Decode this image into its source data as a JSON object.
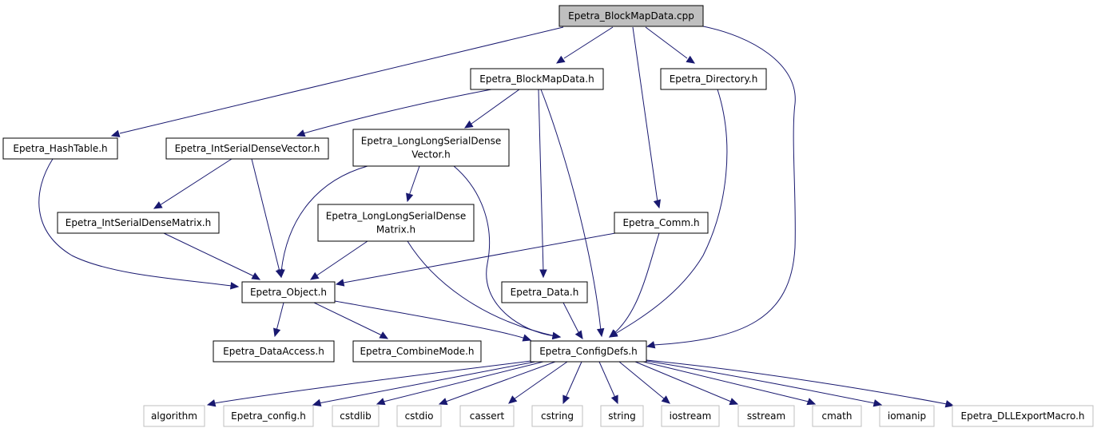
{
  "colors": {
    "edge": "#191970",
    "node_border": "#000000",
    "sys_border": "#bfbfbf",
    "root_fill": "#bfbfbf",
    "node_fill": "#ffffff"
  },
  "nodes": {
    "root": {
      "label": [
        "Epetra_BlockMapData.cpp"
      ]
    },
    "blockmapdata_h": {
      "label": [
        "Epetra_BlockMapData.h"
      ]
    },
    "directory_h": {
      "label": [
        "Epetra_Directory.h"
      ]
    },
    "hashtable_h": {
      "label": [
        "Epetra_HashTable.h"
      ]
    },
    "intserialdensevector_h": {
      "label": [
        "Epetra_IntSerialDenseVector.h"
      ]
    },
    "longlongserialdensevector_h": {
      "label": [
        "Epetra_LongLongSerialDense",
        "Vector.h"
      ]
    },
    "intserialdensematrix_h": {
      "label": [
        "Epetra_IntSerialDenseMatrix.h"
      ]
    },
    "longlongserialdensematrix_h": {
      "label": [
        "Epetra_LongLongSerialDense",
        "Matrix.h"
      ]
    },
    "comm_h": {
      "label": [
        "Epetra_Comm.h"
      ]
    },
    "object_h": {
      "label": [
        "Epetra_Object.h"
      ]
    },
    "data_h": {
      "label": [
        "Epetra_Data.h"
      ]
    },
    "dataaccess_h": {
      "label": [
        "Epetra_DataAccess.h"
      ]
    },
    "combinemode_h": {
      "label": [
        "Epetra_CombineMode.h"
      ]
    },
    "configdefs_h": {
      "label": [
        "Epetra_ConfigDefs.h"
      ]
    },
    "algorithm": {
      "label": [
        "algorithm"
      ]
    },
    "config_h": {
      "label": [
        "Epetra_config.h"
      ]
    },
    "cstdlib": {
      "label": [
        "cstdlib"
      ]
    },
    "cstdio": {
      "label": [
        "cstdio"
      ]
    },
    "cassert": {
      "label": [
        "cassert"
      ]
    },
    "cstring": {
      "label": [
        "cstring"
      ]
    },
    "string": {
      "label": [
        "string"
      ]
    },
    "iostream": {
      "label": [
        "iostream"
      ]
    },
    "sstream": {
      "label": [
        "sstream"
      ]
    },
    "cmath": {
      "label": [
        "cmath"
      ]
    },
    "iomanip": {
      "label": [
        "iomanip"
      ]
    },
    "dllexportmacro_h": {
      "label": [
        "Epetra_DLLExportMacro.h"
      ]
    }
  }
}
